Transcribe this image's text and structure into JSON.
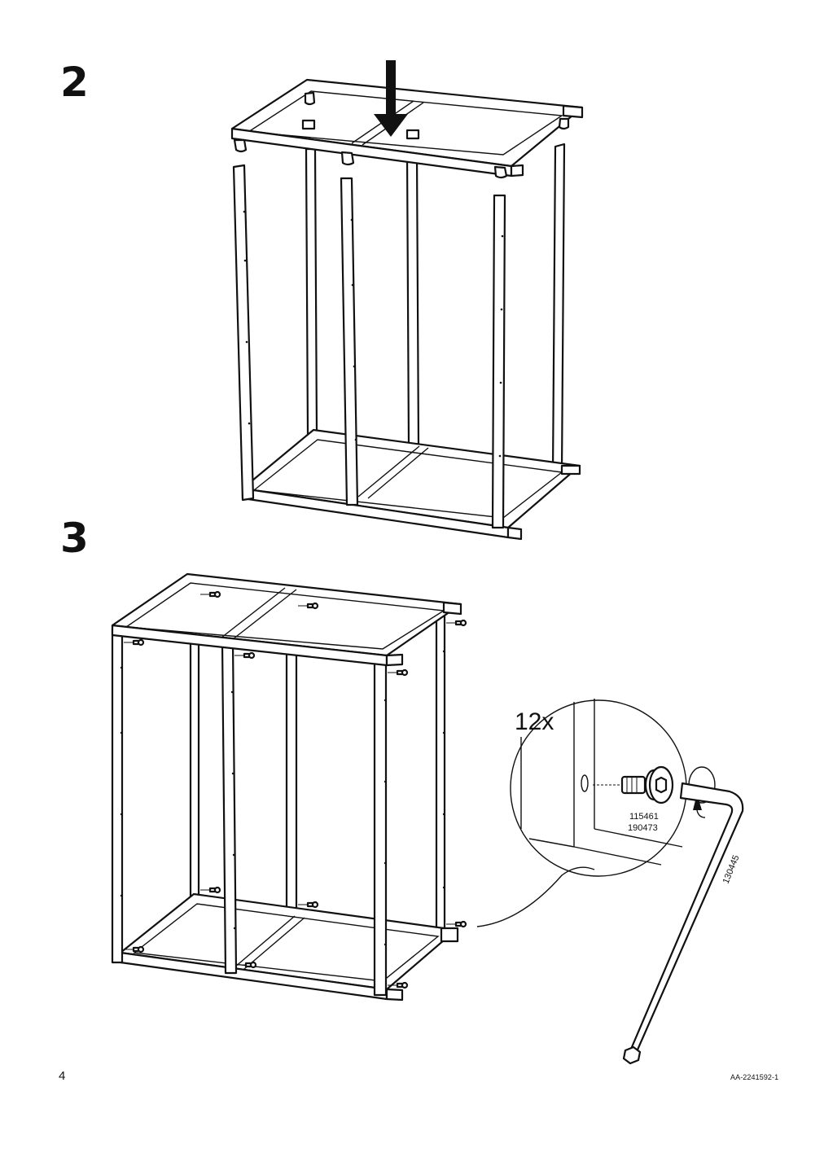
{
  "steps": [
    {
      "number": "2"
    },
    {
      "number": "3"
    }
  ],
  "detail": {
    "quantity": "12x",
    "screw_part_numbers": [
      "115461",
      "190473"
    ],
    "allen_key_part_number": "130445",
    "icons": [
      "down-arrow-icon",
      "rotate-clockwise-icon",
      "hex-screw-icon",
      "allen-key-icon"
    ]
  },
  "footer": {
    "page_number": "4",
    "document_code": "AA-2241592-1"
  }
}
